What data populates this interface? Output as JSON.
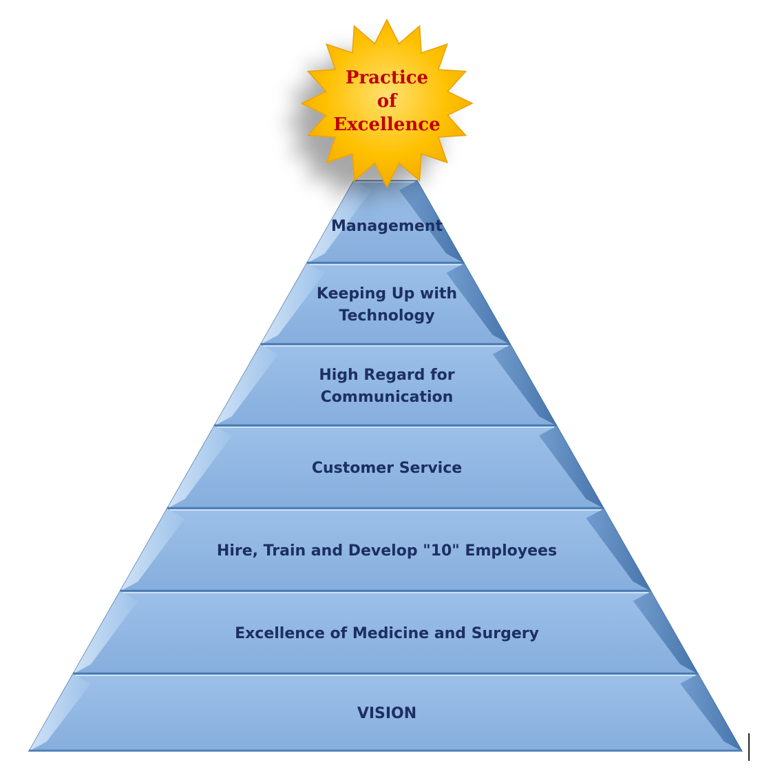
{
  "star": {
    "lines": [
      "Practice",
      "of",
      "Excellence"
    ]
  },
  "tiers": [
    {
      "lines": [
        "Management"
      ]
    },
    {
      "lines": [
        "Keeping Up with",
        "Technology"
      ]
    },
    {
      "lines": [
        "High Regard for",
        "Communication"
      ]
    },
    {
      "lines": [
        "Customer Service"
      ]
    },
    {
      "lines": [
        "Hire, Train and Develop \"10\" Employees"
      ]
    },
    {
      "lines": [
        "Excellence of Medicine and Surgery"
      ]
    },
    {
      "lines": [
        "VISION"
      ]
    }
  ],
  "colors": {
    "tier_top": "#6f9ccf",
    "tier_bottom": "#a9c9ec",
    "tier_edge": "#3f6ea5",
    "label": "#1d2f61",
    "star_fill": "#ffc000",
    "star_text": "#c00000"
  }
}
